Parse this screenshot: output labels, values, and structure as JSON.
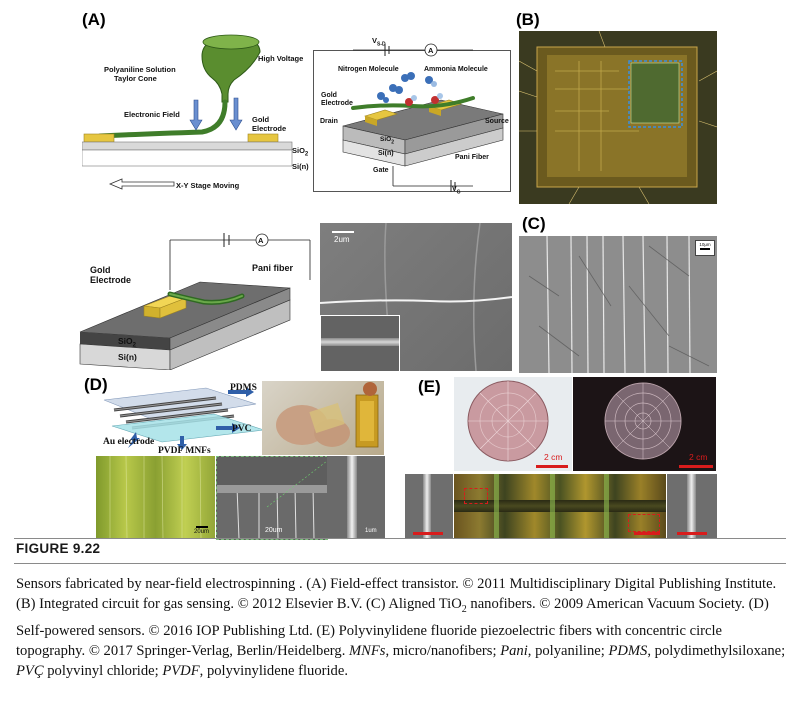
{
  "figure": {
    "title": "FIGURE 9.22",
    "caption": {
      "lead": "Sensors fabricated by near-field electrospinning . (A) Field-effect transistor. © 2011 Multidisciplinary Digital Publishing Institute. (B) Integrated circuit for gas sensing. © 2012 Elsevier B.V. (C) Aligned TiO",
      "sub2": "2",
      "rest1": " nanofibers. © 2009 American Vacuum Society. (D) Self-powered sensors. © 2016 IOP Publishing Ltd. (E) Polyvinylidene fluoride piezoelectric fibers with concentric circle topography. © 2017 Springer-Verlag, Berlin/Heidelberg. ",
      "abbr": [
        {
          "term": "MNFs",
          "def": ", micro/nanofibers; "
        },
        {
          "term": "Pani",
          "def": ", polyaniline; "
        },
        {
          "term": "PDMS",
          "def": ", polydimethylsiloxane; "
        },
        {
          "term": "PVÇ",
          "def": " polyvinyl chloride; "
        },
        {
          "term": "PVDF",
          "def": ", polyvinylidene fluoride."
        }
      ]
    }
  },
  "panels": {
    "A": {
      "label": "(A)",
      "spin": {
        "solution": "Polyaniline Solution",
        "cone": "Taylor Cone",
        "hv": "High Voltage",
        "field": "Electronic Field",
        "gold1": "Gold",
        "gold2": "Electrode",
        "sio2": "SiO",
        "sio2_sub": "2",
        "si": "Si(n)",
        "stage": "X-Y Stage Moving"
      },
      "fet": {
        "vsd": "V",
        "vsd_sub": "S-D",
        "ammeter": "A",
        "nitrogen": "Nitrogen Molecule",
        "ammonia": "Ammonia Molecule",
        "gold1": "Gold",
        "gold2": "Electrode",
        "drain": "Drain",
        "source": "Source",
        "sio2": "SiO",
        "sio2_sub": "2",
        "si": "Si(n)",
        "fiber": "Pani Fiber",
        "gate": "Gate",
        "vg": "V",
        "vg_sub": "G"
      },
      "device": {
        "gold1": "Gold",
        "gold2": "Electrode",
        "fiber": "Pani fiber",
        "ammeter": "A",
        "sio2": "SiO",
        "sio2_sub": "2",
        "si": "Si(n)"
      },
      "sem": {
        "scale": "2um"
      }
    },
    "B": {
      "label": "(B)"
    },
    "C": {
      "label": "(C)",
      "scale": "10μm"
    },
    "D": {
      "label": "(D)",
      "pdms": "PDMS",
      "pvc": "PVC",
      "au": "Au electrode",
      "pvdf": "PVDF MNFs",
      "scale1": "20um",
      "scale2": "20um",
      "scale3": "1um"
    },
    "E": {
      "label": "(E)",
      "scale1": "2 cm",
      "scale2": "2 cm"
    }
  },
  "colors": {
    "gold": "#e6c640",
    "fiber": "#3f7d2a",
    "sem_gray": "#7a7a7a",
    "chip_bg": "#2a2a1a",
    "scale_red": "#d81c1c",
    "micro_green": "#9fb13a"
  }
}
